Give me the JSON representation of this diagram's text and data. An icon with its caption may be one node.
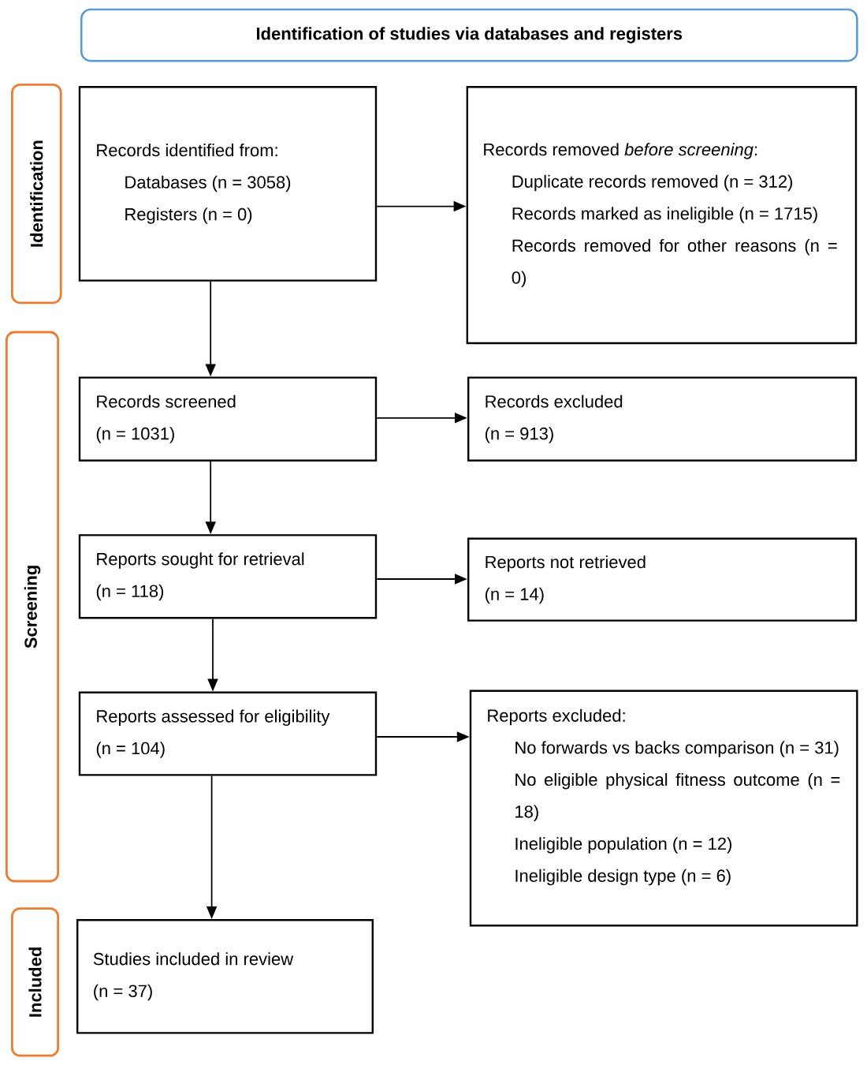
{
  "diagram": {
    "nodes": [
      {
        "text": [
          "Identification of studies via databases and registers"
        ]
      },
      {
        "text": [
          "Identification"
        ]
      },
      {
        "text": [
          "Screening"
        ]
      },
      {
        "text": [
          "Included"
        ]
      },
      {
        "text": [
          "Records identified from:",
          "Databases (n = 3058)",
          "Registers (n = 0)"
        ]
      },
      {
        "text": [
          "Records removed *before screening*:",
          "Duplicate records removed (n = 312)",
          "Records marked as ineligible (n = 1715)",
          "Records removed for other reasons (n = 0)"
        ]
      },
      {
        "text": [
          "Records screened",
          "(n = 1031)"
        ]
      },
      {
        "text": [
          "Records excluded",
          "(n = 913)"
        ]
      },
      {
        "text": [
          "Reports sought for retrieval",
          "(n = 118)"
        ]
      },
      {
        "text": [
          "Reports not retrieved",
          "(n = 14)"
        ]
      },
      {
        "text": [
          "Reports assessed for eligibility",
          "(n = 104)"
        ]
      },
      {
        "text": [
          "Reports excluded:",
          "No forwards vs backs comparison (n = 31)",
          "No eligible physical fitness outcome (n = 18)",
          "Ineligible population (n = 12)",
          "Ineligible design type (n = 6)"
        ]
      },
      {
        "text": [
          "Studies included in review",
          "(n = 37)"
        ]
      }
    ],
    "edges": [
      {
        "from": 4,
        "to": 5,
        "arrow": "to"
      },
      {
        "from": 4,
        "to": 6,
        "arrow": "to"
      },
      {
        "from": 6,
        "to": 7,
        "arrow": "to"
      },
      {
        "from": 6,
        "to": 8,
        "arrow": "to"
      },
      {
        "from": 8,
        "to": 9,
        "arrow": "to"
      },
      {
        "from": 8,
        "to": 10,
        "arrow": "to"
      },
      {
        "from": 10,
        "to": 11,
        "arrow": "to"
      },
      {
        "from": 10,
        "to": 12,
        "arrow": "to"
      }
    ]
  }
}
